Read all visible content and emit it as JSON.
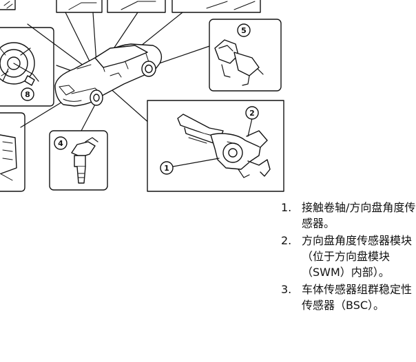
{
  "callouts": [
    {
      "id": "callout-1",
      "number": "1"
    },
    {
      "id": "callout-2",
      "number": "2"
    },
    {
      "id": "callout-4",
      "number": "4"
    },
    {
      "id": "callout-5",
      "number": "5"
    },
    {
      "id": "callout-8",
      "number": "8"
    }
  ],
  "legend": [
    {
      "number": "1.",
      "text": "接触卷轴/方向盘角度传感器。"
    },
    {
      "number": "2.",
      "text": "方向盘角度传感器模块（位于方向盘模块（SWM）内部）。"
    },
    {
      "number": "3.",
      "text": "车体传感器组群稳定性传感器（BSC）。"
    }
  ]
}
